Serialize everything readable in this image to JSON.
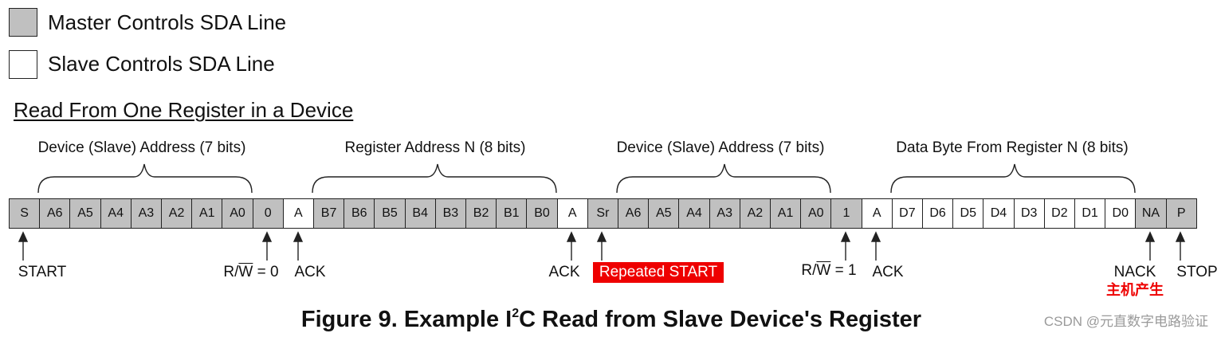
{
  "legend": {
    "master": {
      "label": "Master Controls SDA Line",
      "fill": "#c0c0c0"
    },
    "slave": {
      "label": "Slave Controls SDA Line",
      "fill": "#ffffff"
    }
  },
  "heading": "Read From One Register in a Device",
  "groups": [
    {
      "label": "Device (Slave) Address (7 bits)"
    },
    {
      "label": "Register Address N (8 bits)"
    },
    {
      "label": "Device (Slave) Address (7 bits)"
    },
    {
      "label": "Data Byte From Register N (8 bits)"
    }
  ],
  "frame": [
    {
      "text": "S",
      "controller": "master"
    },
    {
      "text": "A6",
      "controller": "master"
    },
    {
      "text": "A5",
      "controller": "master"
    },
    {
      "text": "A4",
      "controller": "master"
    },
    {
      "text": "A3",
      "controller": "master"
    },
    {
      "text": "A2",
      "controller": "master"
    },
    {
      "text": "A1",
      "controller": "master"
    },
    {
      "text": "A0",
      "controller": "master"
    },
    {
      "text": "0",
      "controller": "master"
    },
    {
      "text": "A",
      "controller": "slave"
    },
    {
      "text": "B7",
      "controller": "master"
    },
    {
      "text": "B6",
      "controller": "master"
    },
    {
      "text": "B5",
      "controller": "master"
    },
    {
      "text": "B4",
      "controller": "master"
    },
    {
      "text": "B3",
      "controller": "master"
    },
    {
      "text": "B2",
      "controller": "master"
    },
    {
      "text": "B1",
      "controller": "master"
    },
    {
      "text": "B0",
      "controller": "master"
    },
    {
      "text": "A",
      "controller": "slave"
    },
    {
      "text": "Sr",
      "controller": "master"
    },
    {
      "text": "A6",
      "controller": "master"
    },
    {
      "text": "A5",
      "controller": "master"
    },
    {
      "text": "A4",
      "controller": "master"
    },
    {
      "text": "A3",
      "controller": "master"
    },
    {
      "text": "A2",
      "controller": "master"
    },
    {
      "text": "A1",
      "controller": "master"
    },
    {
      "text": "A0",
      "controller": "master"
    },
    {
      "text": "1",
      "controller": "master"
    },
    {
      "text": "A",
      "controller": "slave"
    },
    {
      "text": "D7",
      "controller": "slave"
    },
    {
      "text": "D6",
      "controller": "slave"
    },
    {
      "text": "D5",
      "controller": "slave"
    },
    {
      "text": "D4",
      "controller": "slave"
    },
    {
      "text": "D3",
      "controller": "slave"
    },
    {
      "text": "D2",
      "controller": "slave"
    },
    {
      "text": "D1",
      "controller": "slave"
    },
    {
      "text": "D0",
      "controller": "slave"
    },
    {
      "text": "NA",
      "controller": "master"
    },
    {
      "text": "P",
      "controller": "master"
    }
  ],
  "markers": {
    "start": "START",
    "rw_write": {
      "prefix": "R/",
      "over": "W",
      "suffix": " = 0"
    },
    "ack_1": "ACK",
    "ack_2": "ACK",
    "repeated_start": "Repeated START",
    "rw_read": {
      "prefix": "R/",
      "over": "W",
      "suffix": " = 1"
    },
    "ack_3": "ACK",
    "nack": "NACK",
    "nack_note": "主机产生",
    "stop": "STOP"
  },
  "colors": {
    "highlight": "#ee0000"
  },
  "caption": {
    "prefix": "Figure 9. Example I",
    "sup": "2",
    "suffix": "C Read from Slave Device's Register"
  },
  "watermark": "CSDN @元直数字电路验证"
}
